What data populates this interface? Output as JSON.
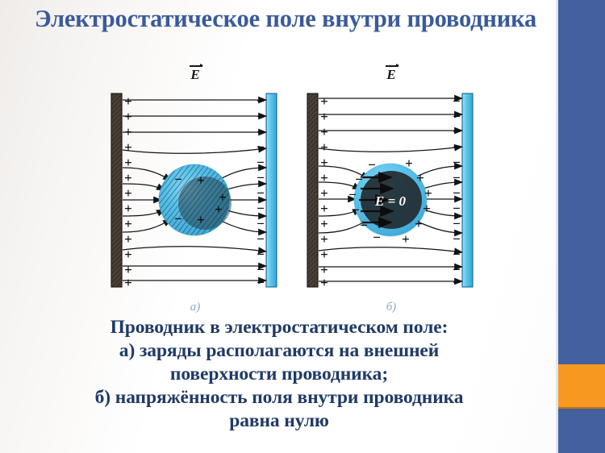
{
  "slide": {
    "title": "Электростатическое поле внутри проводника",
    "background_color": "#ffffff",
    "title_color": "#3a5a9b",
    "caption_color": "#1f3a66"
  },
  "decor": {
    "sidebar_color": "#45609f",
    "accent_color": "#f79920",
    "edge_color": "#dfe5f2"
  },
  "figure": {
    "panels": [
      {
        "id": "a",
        "caption": "а)",
        "field_label": "E",
        "left_plate": {
          "polarity": "+",
          "charge_count": 13,
          "color": "#4a4038",
          "label": "positively-charged-plate"
        },
        "right_plate": {
          "polarity": "−",
          "charge_count": 13,
          "color": "#5cc3ec",
          "label": "negatively-charged-plate"
        },
        "conductor": {
          "shape": "sphere",
          "fill_color": "#5cc3ec",
          "left_signs": [
            "−",
            "−"
          ],
          "right_signs": [
            "+",
            "+",
            "+",
            "+"
          ],
          "inner_label": ""
        }
      },
      {
        "id": "b",
        "caption": "б)",
        "field_label": "E",
        "left_plate": {
          "polarity": "+",
          "charge_count": 13,
          "color": "#4a4038",
          "label": "positively-charged-plate"
        },
        "right_plate": {
          "polarity": "−",
          "charge_count": 13,
          "color": "#5cc3ec",
          "label": "negatively-charged-plate"
        },
        "conductor": {
          "shape": "sphere",
          "fill_color": "#5cc3ec",
          "left_signs": [
            "−",
            "−",
            "−",
            "−",
            "−",
            "−"
          ],
          "right_signs": [
            "+",
            "+",
            "+",
            "+",
            "+",
            "+"
          ],
          "inner_label": "E = 0"
        }
      }
    ]
  },
  "caption": {
    "line1": "Проводник в электростатическом поле:",
    "line2": "а) заряды располагаются на внешней",
    "line3": "поверхности проводника;",
    "line4": "б) напряжённость поля внутри проводника",
    "line5": "равна нулю"
  }
}
